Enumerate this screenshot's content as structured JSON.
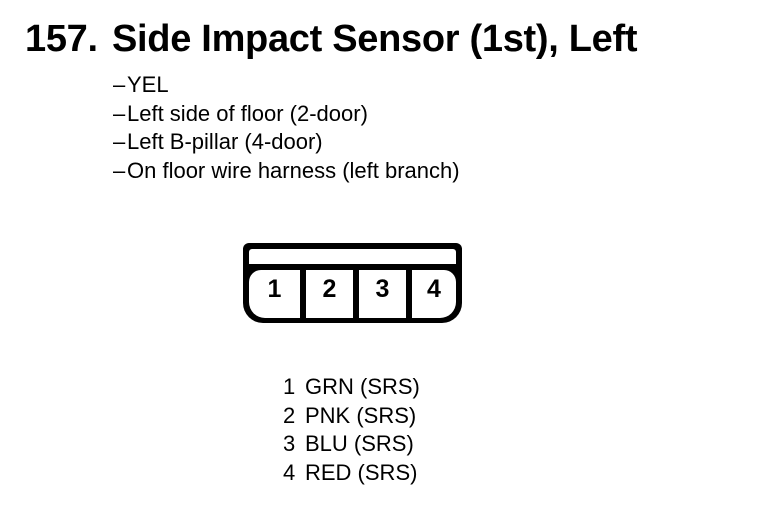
{
  "document": {
    "item_number": "157.",
    "title": "Side Impact Sensor (1st), Left",
    "bullet_prefix": "–",
    "details": [
      "YEL",
      "Left side of floor (2-door)",
      "Left B-pillar (4-door)",
      "On floor wire harness (left branch)"
    ],
    "connector": {
      "pins": [
        "1",
        "2",
        "3",
        "4"
      ]
    },
    "pin_assignments": [
      {
        "pin": "1",
        "wire": "GRN (SRS)"
      },
      {
        "pin": "2",
        "wire": "PNK (SRS)"
      },
      {
        "pin": "3",
        "wire": "BLU (SRS)"
      },
      {
        "pin": "4",
        "wire": "RED (SRS)"
      }
    ],
    "colors": {
      "ink": "#000000",
      "paper": "#ffffff"
    }
  }
}
